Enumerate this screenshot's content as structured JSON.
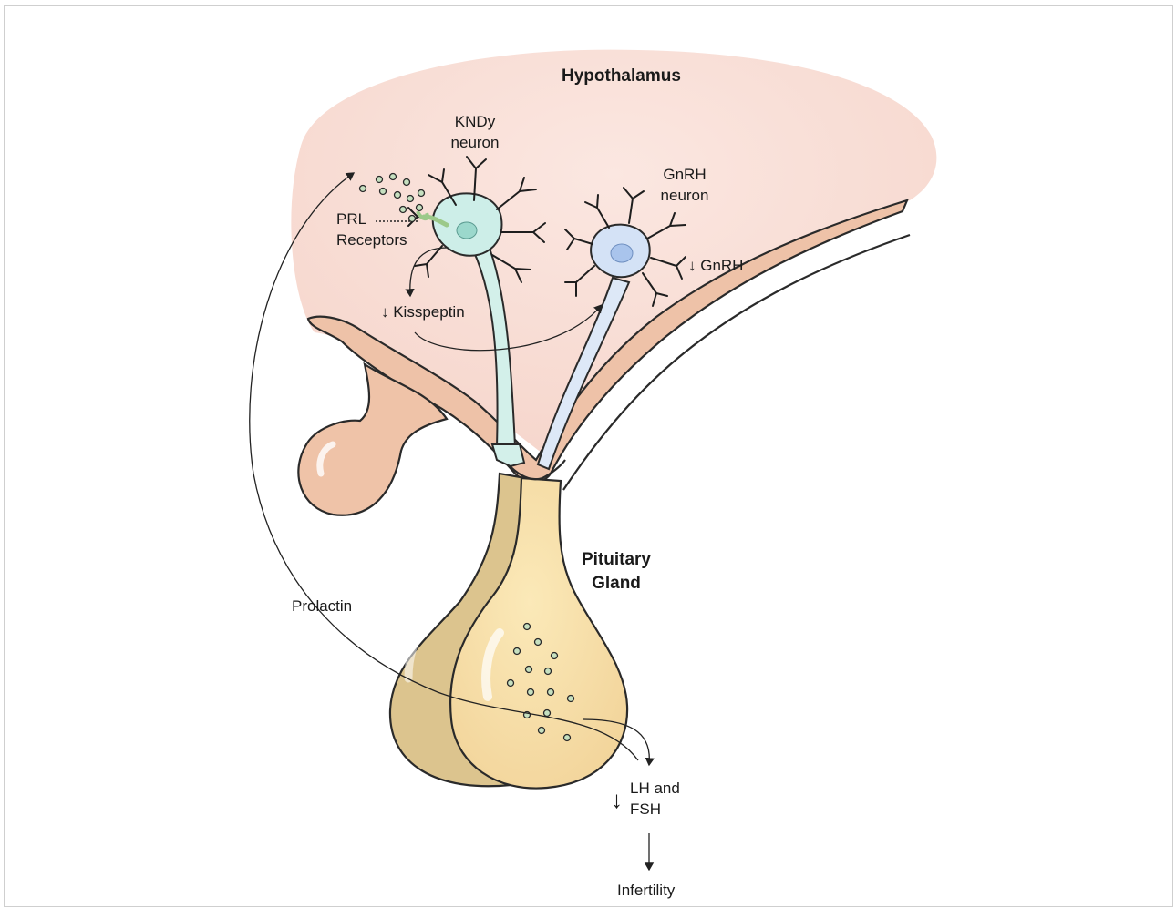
{
  "diagram": {
    "title_hypothalamus": "Hypothalamus",
    "kndy_line1": "KNDy",
    "kndy_line2": "neuron",
    "gnrh_line1": "GnRH",
    "gnrh_line2": "neuron",
    "prl_line1": "PRL",
    "prl_line2": "Receptors",
    "kisspeptin": "↓ Kisspeptin",
    "gnrh_down": "↓ GnRH",
    "pituitary_line1": "Pituitary",
    "pituitary_line2": "Gland",
    "prolactin": "Prolactin",
    "lh_line1": "LH and",
    "lh_line2": "FSH",
    "down_arrow": "↓",
    "infertility": "Infertility"
  },
  "colors": {
    "hypothalamus_fill": "#f9e2dc",
    "tissue": "#eec2a8",
    "pituitary_front": "#f8e1a8",
    "pituitary_back": "#dcc48e",
    "kndy_soma": "#cdeee8",
    "gnrh_soma": "#d4e2f6",
    "vesicle": "#c6e0c0"
  }
}
